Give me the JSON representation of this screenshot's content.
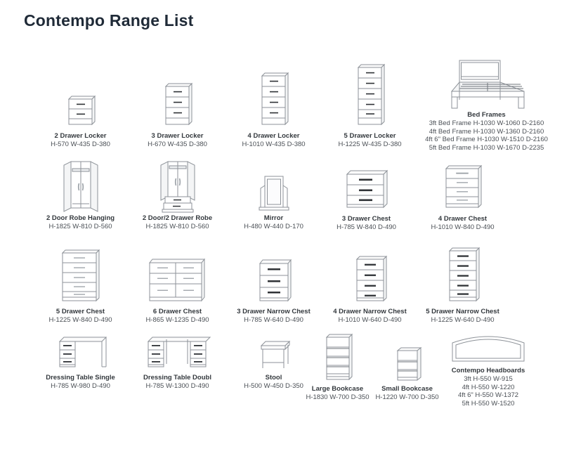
{
  "document": {
    "title": "Contempo Range List"
  },
  "rows": [
    {
      "id": "row-1",
      "items": [
        {
          "name": "2 Drawer Locker",
          "dims": "H-570 W-435 D-380",
          "icon": "drawer-locker-2-icon"
        },
        {
          "name": "3 Drawer Locker",
          "dims": "H-670 W-435 D-380",
          "icon": "drawer-locker-3-icon"
        },
        {
          "name": "4 Drawer Locker",
          "dims": "H-1010 W-435 D-380",
          "icon": "drawer-locker-4-icon"
        },
        {
          "name": "5 Drawer Locker",
          "dims": "H-1225 W-435 D-380",
          "icon": "drawer-locker-5-icon"
        },
        {
          "name": "Bed Frames",
          "icon": "bed-frame-icon",
          "dims_lines": [
            "3ft Bed Frame H-1030 W-1060 D-2160",
            "4ft Bed Frame H-1030 W-1360 D-2160",
            "4ft 6\" Bed Frame H-1030 W-1510 D-2160",
            "5ft Bed Frame H-1030 W-1670 D-2235"
          ]
        }
      ]
    },
    {
      "id": "row-2",
      "items": [
        {
          "name": "2 Door Robe Hanging",
          "dims": "H-1825 W-810 D-560",
          "icon": "robe-2-door-hanging-icon"
        },
        {
          "name": "2 Door/2 Drawer Robe",
          "dims": "H-1825 W-810 D-560",
          "icon": "robe-2-door-2-drawer-icon"
        },
        {
          "name": "Mirror",
          "dims": "H-480 W-440 D-170",
          "icon": "mirror-icon"
        },
        {
          "name": "3 Drawer Chest",
          "dims": "H-785 W-840 D-490",
          "icon": "chest-3-drawer-icon"
        },
        {
          "name": "4 Drawer Chest",
          "dims": "H-1010 W-840 D-490",
          "icon": "chest-4-drawer-icon"
        }
      ]
    },
    {
      "id": "row-3",
      "items": [
        {
          "name": "5 Drawer Chest",
          "dims": "H-1225 W-840 D-490",
          "icon": "chest-5-drawer-icon"
        },
        {
          "name": "6 Drawer Chest",
          "dims": "H-865 W-1235 D-490",
          "icon": "chest-6-drawer-icon"
        },
        {
          "name": "3 Drawer Narrow Chest",
          "dims": "H-785 W-640 D-490",
          "icon": "narrow-chest-3-drawer-icon"
        },
        {
          "name": "4 Drawer Narrow Chest",
          "dims": "H-1010 W-640 D-490",
          "icon": "narrow-chest-4-drawer-icon"
        },
        {
          "name": "5 Drawer Narrow Chest",
          "dims": "H-1225 W-640 D-490",
          "icon": "narrow-chest-5-drawer-icon"
        }
      ]
    },
    {
      "id": "row-4",
      "items": [
        {
          "name": "Dressing Table Single",
          "dims": "H-785 W-980 D-490",
          "icon": "dressing-table-single-icon"
        },
        {
          "name": "Dressing Table Doubl",
          "dims": "H-785 W-1300 D-490",
          "icon": "dressing-table-double-icon"
        },
        {
          "name": "Stool",
          "dims": "H-500 W-450 D-350",
          "icon": "stool-icon"
        },
        {
          "name": "Large Bookcase",
          "dims": "H-1830 W-700 D-350",
          "icon": "bookcase-large-icon"
        },
        {
          "name": "Small Bookcase",
          "dims": "H-1220 W-700 D-350",
          "icon": "bookcase-small-icon"
        },
        {
          "name": "Contempo Headboards",
          "icon": "headboard-icon",
          "dims_lines": [
            "3ft H-550 W-915",
            "4ft H-550 W-1220",
            "4ft 6\" H-550 W-1372",
            "5ft H-550 W-1520"
          ]
        }
      ]
    }
  ],
  "colors": {
    "title": "#1f2a37",
    "caption_name": "#33383d",
    "caption_dims": "#4a4f55",
    "line_art": "#8d9298",
    "handle": "#2f3236",
    "background": "#ffffff"
  }
}
